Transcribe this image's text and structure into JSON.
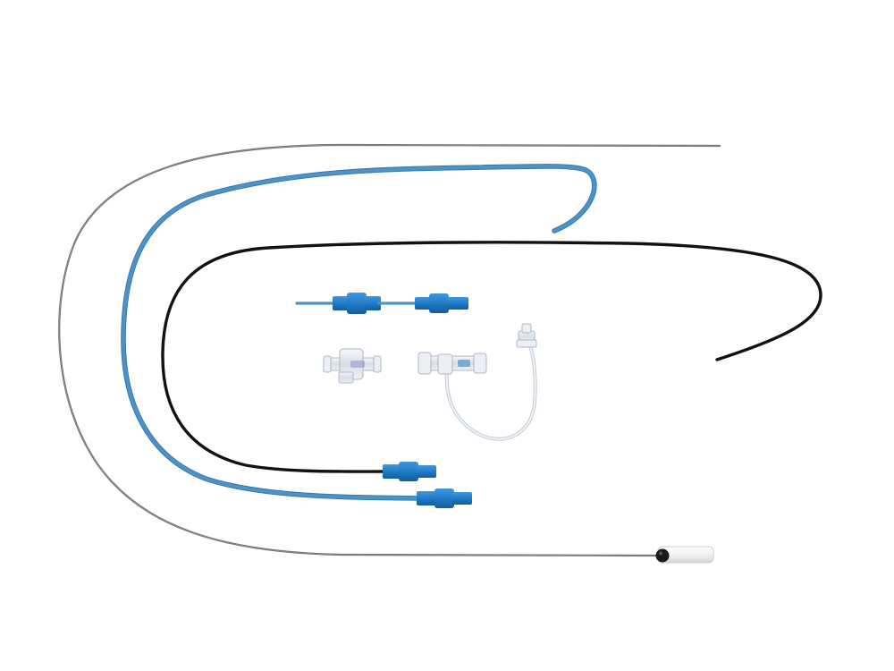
{
  "photo": {
    "background": "#ffffff",
    "colors": {
      "guidewire": "#6e6e6e",
      "blue_catheter": "#4e93c7",
      "blue_catheter_edge": "#2f75a9",
      "black_catheter": "#121212",
      "blue_hub": "#1f78c3",
      "blue_hub_dark": "#135d9b",
      "clear_plastic": "#d9dee6",
      "clear_plastic_edge": "#aeb8c6",
      "white_cap": "#f2f2f2",
      "black_knob": "#1b1b1b"
    },
    "objects": [
      "guidewire-with-white-handle",
      "blue-catheter-with-hub",
      "black-catheter-with-hub",
      "short-blue-dilator-with-two-hubs",
      "stopcock-valve",
      "t-connector-extension-line"
    ]
  }
}
